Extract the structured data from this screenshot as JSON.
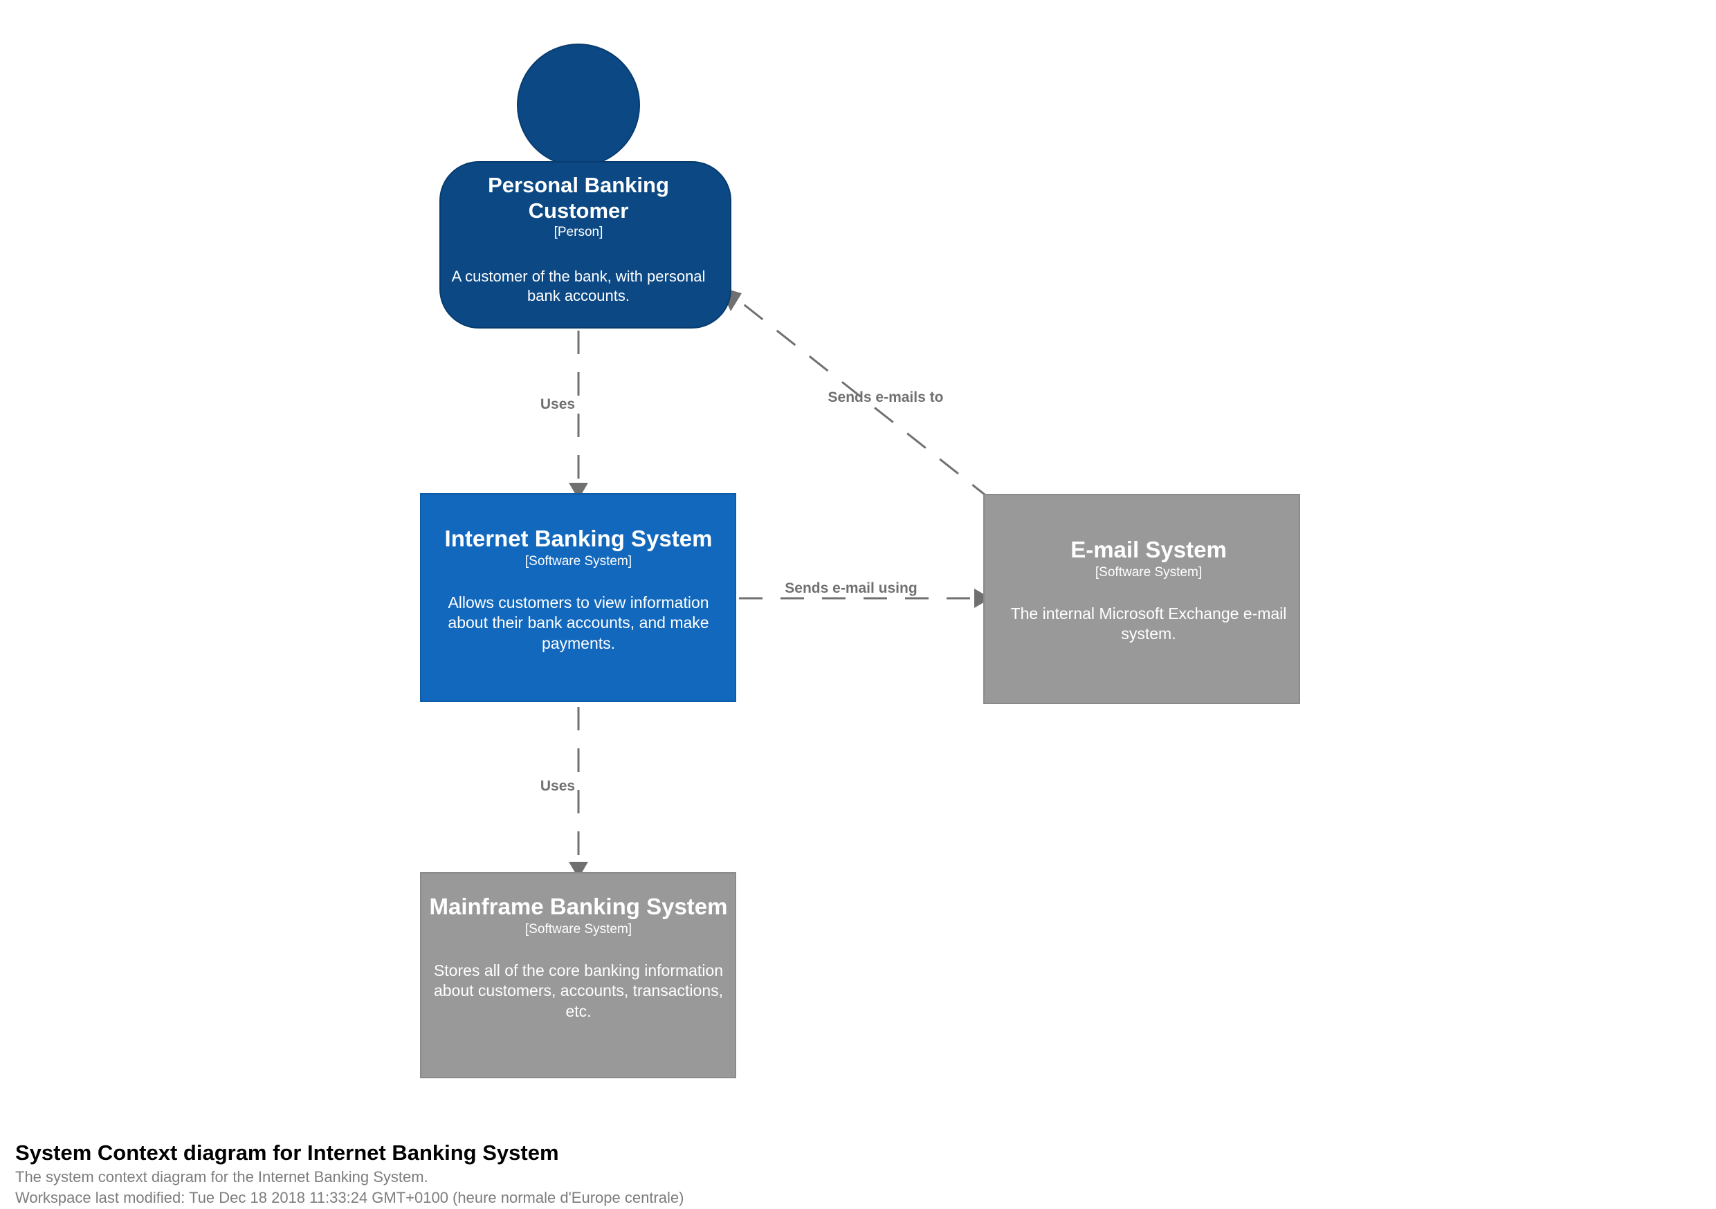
{
  "diagram": {
    "title": "System Context diagram for Internet Banking System",
    "subtitle": "The system context diagram for the Internet Banking System.",
    "workspace_modified": "Workspace last modified: Tue Dec 18 2018 11:33:24 GMT+0100 (heure normale d'Europe centrale)",
    "colors": {
      "person_fill": "#0b4884",
      "person_stroke": "#073b6f",
      "focus_system_fill": "#1168bd",
      "focus_system_stroke": "#0e5bа6",
      "external_system_fill": "#999999",
      "external_system_stroke": "#8a8a8a",
      "relationship_line": "#707070",
      "label_text": "#707070",
      "node_text": "#ffffff",
      "caption_title": "#000000",
      "caption_sub": "#7d7d7d",
      "background": "#ffffff"
    }
  },
  "nodes": [
    {
      "id": "personal-banking-customer",
      "name": "Personal Banking Customer",
      "type": "[Person]",
      "description": "A customer of the bank, with personal bank accounts.",
      "shape": "person",
      "style": "person"
    },
    {
      "id": "internet-banking-system",
      "name": "Internet Banking System",
      "type": "[Software System]",
      "description": "Allows customers to view information about their bank accounts, and make payments.",
      "shape": "box",
      "style": "focus-system"
    },
    {
      "id": "email-system",
      "name": "E-mail System",
      "type": "[Software System]",
      "description": "The internal Microsoft Exchange e-mail system.",
      "shape": "box",
      "style": "external-system"
    },
    {
      "id": "mainframe-banking-system",
      "name": "Mainframe Banking System",
      "type": "[Software System]",
      "description": "Stores all of the core banking information about customers, accounts, transactions, etc.",
      "shape": "box",
      "style": "external-system"
    }
  ],
  "relationships": [
    {
      "id": "customer-uses-ibs",
      "label": "Uses",
      "source": "personal-banking-customer",
      "destination": "internet-banking-system",
      "direction": "down"
    },
    {
      "id": "email-sends-emails-to-customer",
      "label": "Sends e-mails to",
      "source": "email-system",
      "destination": "personal-banking-customer",
      "direction": "diagonal-up-left"
    },
    {
      "id": "ibs-sends-email-using-email",
      "label": "Sends e-mail using",
      "source": "internet-banking-system",
      "destination": "email-system",
      "direction": "right"
    },
    {
      "id": "ibs-uses-mainframe",
      "label": "Uses",
      "source": "internet-banking-system",
      "destination": "mainframe-banking-system",
      "direction": "down"
    }
  ]
}
